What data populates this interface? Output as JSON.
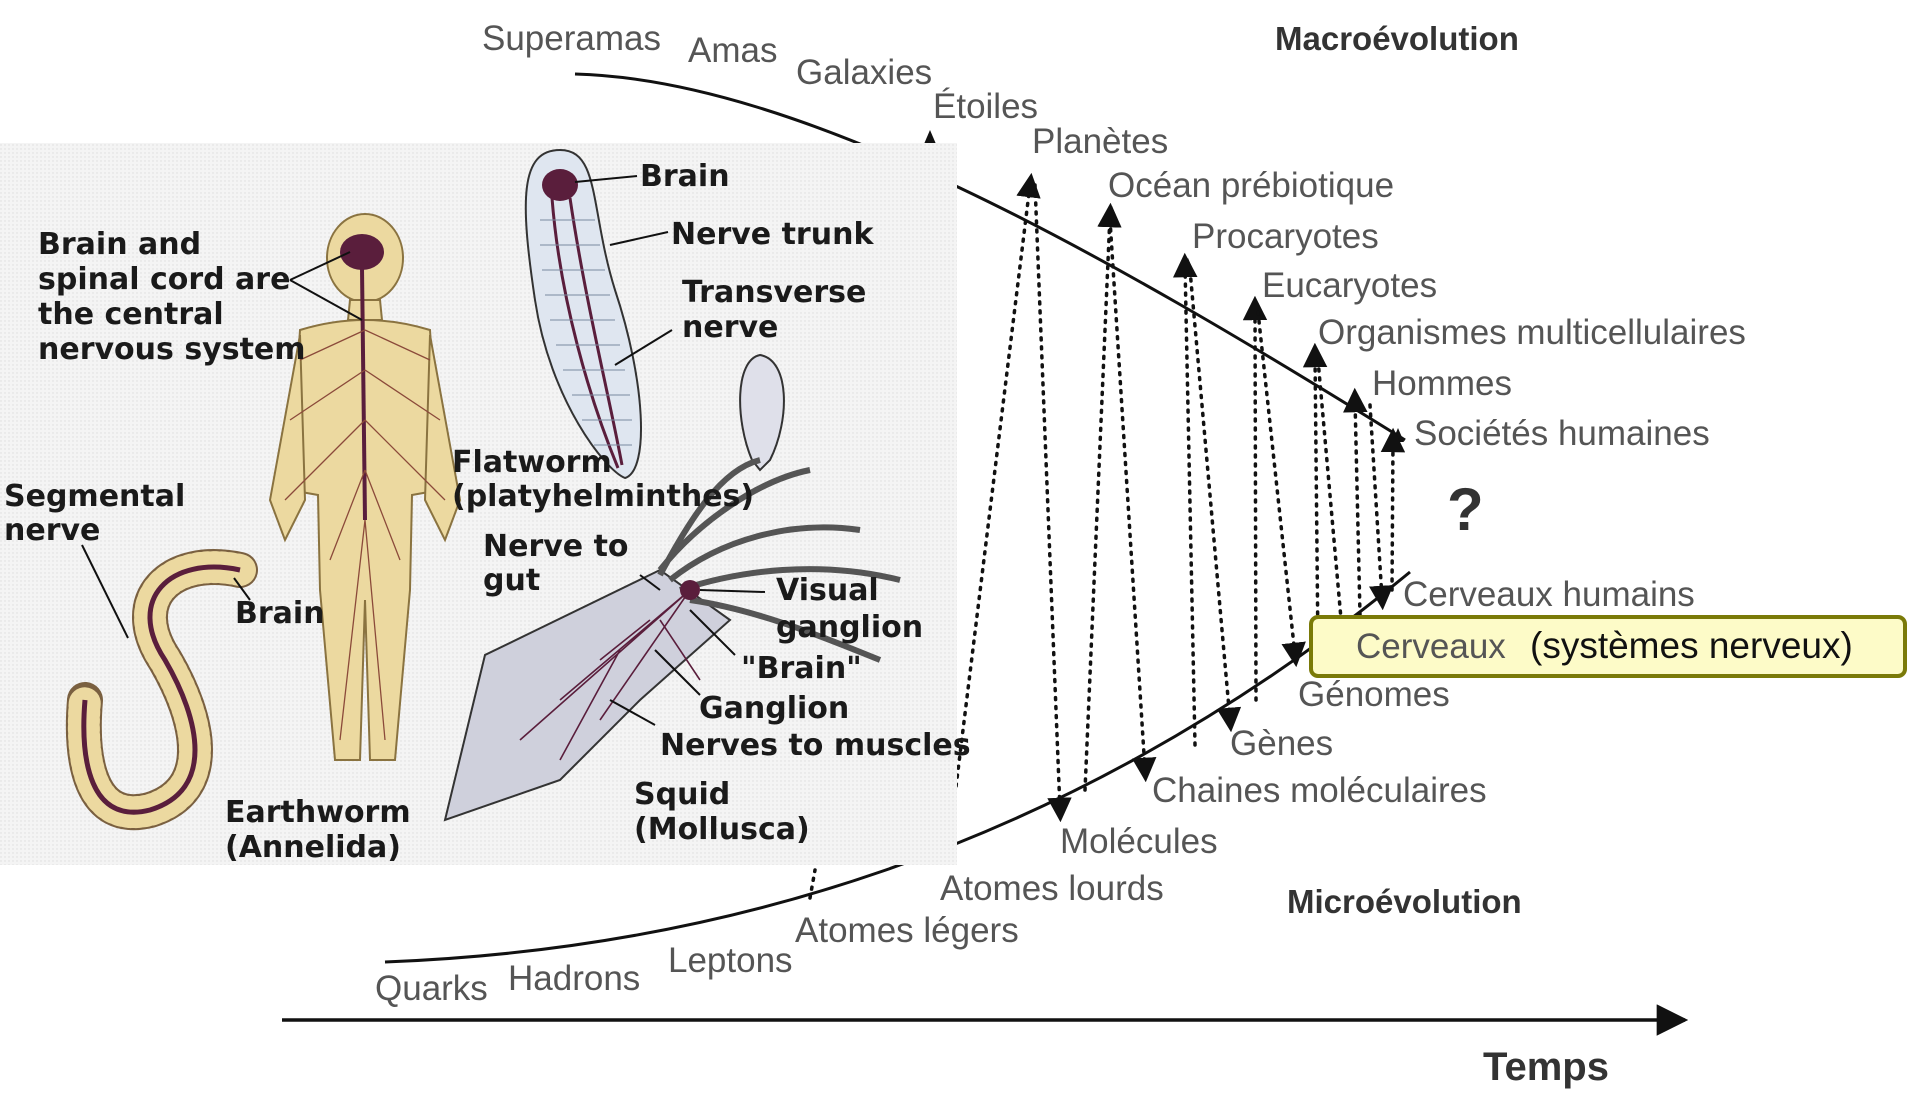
{
  "headings": {
    "macro": "Macroévolution",
    "micro": "Microévolution",
    "time": "Temps",
    "question": "?"
  },
  "upper_curve": [
    "Superamas",
    "Amas",
    "Galaxies",
    "Étoiles",
    "Planètes",
    "Océan prébiotique",
    "Procaryotes",
    "Eucaryotes",
    "Organismes multicellulaires",
    "Hommes",
    "Sociétés humaines"
  ],
  "lower_curve": [
    "Quarks",
    "Hadrons",
    "Leptons",
    "Atomes légers",
    "Atomes lourds",
    "Molécules",
    "Chaines moléculaires",
    "Gènes",
    "Génomes",
    "Cerveaux humains"
  ],
  "highlight": {
    "term": "Cerveaux",
    "gloss": "(systèmes nerveux)"
  },
  "nervous_systems": {
    "human_caption": [
      "Brain and",
      "spinal cord are",
      "the central",
      "nervous system"
    ],
    "flatworm_labels": [
      "Brain",
      "Nerve trunk",
      "Transverse",
      "nerve"
    ],
    "flatworm_name": [
      "Flatworm",
      "(platyhelminthes)"
    ],
    "earthworm_labels": [
      "Segmental",
      "nerve",
      "Brain"
    ],
    "earthworm_name": [
      "Earthworm",
      "(Annelida)"
    ],
    "squid_labels": [
      "Nerve to",
      "gut",
      "Visual",
      "ganglion",
      "\"Brain\"",
      "Ganglion",
      "Nerves to muscles"
    ],
    "squid_name": [
      "Squid",
      "(Mollusca)"
    ]
  },
  "colors": {
    "highlight_fill": "#fdfbc8",
    "highlight_border": "#7a7a08",
    "body_fill": "#ecd9a0",
    "nerve": "#5a1e3c",
    "label_gray": "#555555"
  }
}
